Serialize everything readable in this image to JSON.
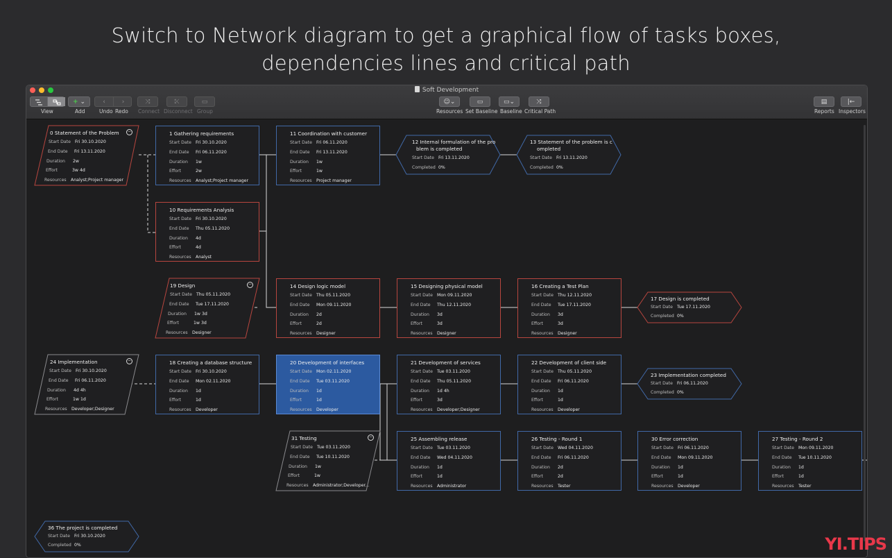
{
  "headline": {
    "line1": "Switch to Network diagram to get a graphical flow of tasks boxes,",
    "line2": "dependencies lines and critical path"
  },
  "window": {
    "title": "Soft Development"
  },
  "toolbar": {
    "view": "View",
    "add": "Add",
    "undo": "Undo",
    "redo": "Redo",
    "connect": "Connect",
    "disconnect": "Disconnect",
    "group": "Group",
    "resources": "Resources",
    "set_baseline": "Set Baseline",
    "baseline": "Baseline",
    "critical_path": "Critical Path",
    "reports": "Reports",
    "inspectors": "Inspectors"
  },
  "field_labels": {
    "start": "Start Date",
    "end": "End Date",
    "duration": "Duration",
    "effort": "Effort",
    "resources": "Resources",
    "completed": "Completed"
  },
  "tasks": {
    "t0": {
      "title": "0  Statement of the Problem",
      "start": "Fri 30.10.2020",
      "end": "Fri 13.11.2020",
      "duration": "2w",
      "effort": "3w 4d",
      "resources": "Analyst;Project manager"
    },
    "t1": {
      "title": "1  Gathering requirements",
      "start": "Fri 30.10.2020",
      "end": "Fri 06.11.2020",
      "duration": "1w",
      "effort": "2w",
      "resources": "Analyst;Project manager"
    },
    "t11": {
      "title": "11  Coordination with customer",
      "start": "Fri 06.11.2020",
      "end": "Fri 13.11.2020",
      "duration": "1w",
      "effort": "1w",
      "resources": "Project manager"
    },
    "t12": {
      "title_a": "12  Internal formulation of the pro",
      "title_b": "blem is completed",
      "start": "Fri 13.11.2020",
      "completed": "0%"
    },
    "t13": {
      "title_a": "13  Statement of the problem is c",
      "title_b": "ompleted",
      "start": "Fri 13.11.2020",
      "completed": "0%"
    },
    "t10": {
      "title": "10  Requirements Analysis",
      "start": "Fri 30.10.2020",
      "end": "Thu 05.11.2020",
      "duration": "4d",
      "effort": "4d",
      "resources": "Analyst"
    },
    "t19": {
      "title": "19  Design",
      "start": "Thu 05.11.2020",
      "end": "Tue 17.11.2020",
      "duration": "1w 3d",
      "effort": "1w 3d",
      "resources": "Designer"
    },
    "t14": {
      "title": "14  Design logic model",
      "start": "Thu 05.11.2020",
      "end": "Mon 09.11.2020",
      "duration": "2d",
      "effort": "2d",
      "resources": "Designer"
    },
    "t15": {
      "title": "15  Designing physical model",
      "start": "Mon 09.11.2020",
      "end": "Thu 12.11.2020",
      "duration": "3d",
      "effort": "3d",
      "resources": "Designer"
    },
    "t16": {
      "title": "16  Creating a Test Plan",
      "start": "Thu 12.11.2020",
      "end": "Tue 17.11.2020",
      "duration": "3d",
      "effort": "3d",
      "resources": "Designer"
    },
    "t17": {
      "title": "17  Design is completed",
      "start": "Tue 17.11.2020",
      "completed": "0%"
    },
    "t24": {
      "title": "24  Implementation",
      "start": "Fri 30.10.2020",
      "end": "Fri 06.11.2020",
      "duration": "4d 4h",
      "effort": "1w 1d",
      "resources": "Developer;Designer"
    },
    "t18": {
      "title": "18  Creating a database structure",
      "start": "Fri 30.10.2020",
      "end": "Mon 02.11.2020",
      "duration": "1d",
      "effort": "1d",
      "resources": "Developer"
    },
    "t20": {
      "title": "20  Development of interfaces",
      "start": "Mon 02.11.2020",
      "end": "Tue 03.11.2020",
      "duration": "1d",
      "effort": "1d",
      "resources": "Developer"
    },
    "t21": {
      "title": "21  Development of services",
      "start": "Tue 03.11.2020",
      "end": "Thu 05.11.2020",
      "duration": "1d 4h",
      "effort": "3d",
      "resources": "Developer;Designer"
    },
    "t22": {
      "title": "22  Development of client side",
      "start": "Thu 05.11.2020",
      "end": "Fri 06.11.2020",
      "duration": "1d",
      "effort": "1d",
      "resources": "Developer"
    },
    "t23": {
      "title": "23  Implementation completed",
      "start": "Fri 06.11.2020",
      "completed": "0%"
    },
    "t31": {
      "title": "31  Testing",
      "start": "Tue 03.11.2020",
      "end": "Tue 10.11.2020",
      "duration": "1w",
      "effort": "1w",
      "resources": "Administrator;Developer..."
    },
    "t25": {
      "title": "25  Assembling release",
      "start": "Tue 03.11.2020",
      "end": "Wed 04.11.2020",
      "duration": "1d",
      "effort": "1d",
      "resources": "Administrator"
    },
    "t26": {
      "title": "26  Testing - Round 1",
      "start": "Wed 04.11.2020",
      "end": "Fri 06.11.2020",
      "duration": "2d",
      "effort": "2d",
      "resources": "Tester"
    },
    "t30": {
      "title": "30  Error correction",
      "start": "Fri 06.11.2020",
      "end": "Mon 09.11.2020",
      "duration": "1d",
      "effort": "1d",
      "resources": "Developer"
    },
    "t27": {
      "title": "27  Testing - Round 2",
      "start": "Mon 09.11.2020",
      "end": "Tue 10.11.2020",
      "duration": "1d",
      "effort": "1d",
      "resources": "Tester"
    },
    "t36": {
      "title": "36  The project is completed",
      "start": "Fri 30.10.2020",
      "completed": "0%"
    }
  },
  "colors": {
    "normal_border": "#4169a8",
    "critical_border": "#b8463f",
    "selected_fill": "#2c5aa0",
    "dependency_line": "#d8d8d8"
  },
  "watermark": "YI.TIPS"
}
